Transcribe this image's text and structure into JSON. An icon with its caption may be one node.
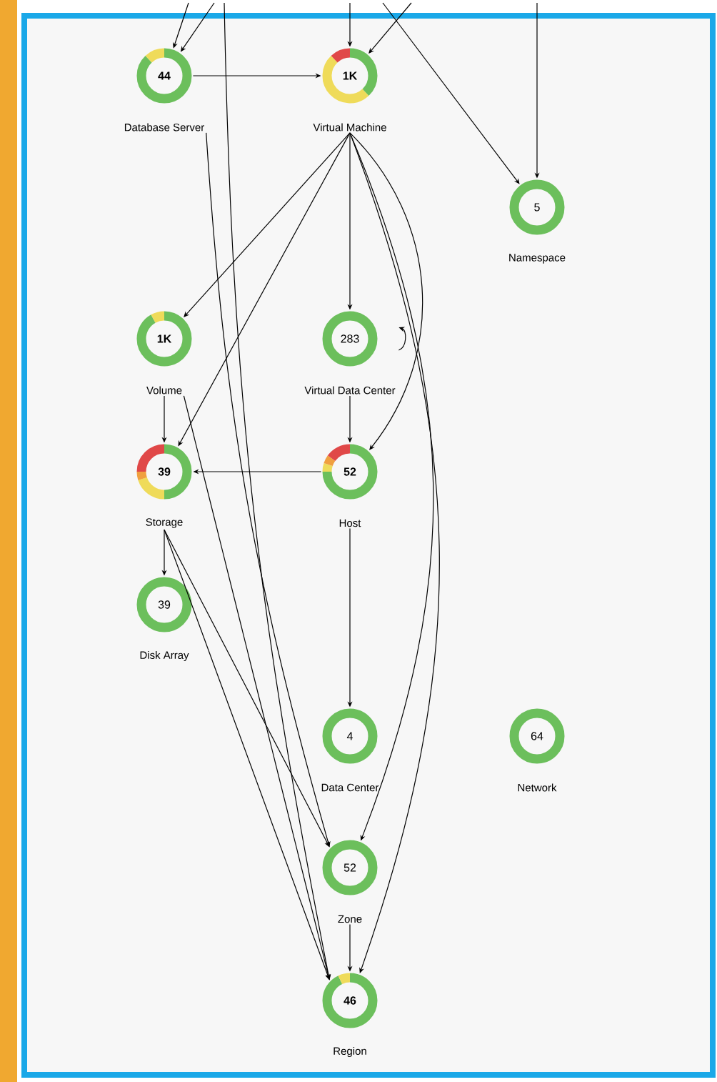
{
  "diagram": {
    "nodes": [
      {
        "text": [
          "44",
          "Database Server"
        ]
      },
      {
        "text": [
          "1K",
          "Virtual Machine"
        ]
      },
      {
        "text": [
          "5",
          "Namespace"
        ]
      },
      {
        "text": [
          "1K",
          "Volume"
        ]
      },
      {
        "text": [
          "283",
          "Virtual Data Center"
        ]
      },
      {
        "text": [
          "39",
          "Storage"
        ]
      },
      {
        "text": [
          "52",
          "Host"
        ]
      },
      {
        "text": [
          "39",
          "Disk Array"
        ]
      },
      {
        "text": [
          "4",
          "Data Center"
        ]
      },
      {
        "text": [
          "64",
          "Network"
        ]
      },
      {
        "text": [
          "52",
          "Zone"
        ]
      },
      {
        "text": [
          "46",
          "Region"
        ]
      }
    ],
    "edges": [
      {
        "from": null,
        "to": 0,
        "arrow": "to"
      },
      {
        "from": null,
        "to": 0,
        "arrow": "to"
      },
      {
        "from": null,
        "to": 1,
        "arrow": "to"
      },
      {
        "from": null,
        "to": 1,
        "arrow": "to"
      },
      {
        "from": null,
        "to": 2,
        "arrow": "to"
      },
      {
        "from": null,
        "to": 2,
        "arrow": "to"
      },
      {
        "from": null,
        "to": 11,
        "arrow": "to"
      },
      {
        "from": 0,
        "to": 1,
        "arrow": "to"
      },
      {
        "from": 0,
        "to": 10,
        "arrow": "to"
      },
      {
        "from": 1,
        "to": 3,
        "arrow": "to"
      },
      {
        "from": 1,
        "to": 4,
        "arrow": "to"
      },
      {
        "from": 1,
        "to": 5,
        "arrow": "to"
      },
      {
        "from": 1,
        "to": 6,
        "arrow": "to"
      },
      {
        "from": 1,
        "to": 10,
        "arrow": "to"
      },
      {
        "from": 1,
        "to": 11,
        "arrow": "to"
      },
      {
        "from": 4,
        "to": 4,
        "arrow": "to"
      },
      {
        "from": 4,
        "to": 6,
        "arrow": "to"
      },
      {
        "from": 3,
        "to": 5,
        "arrow": "to"
      },
      {
        "from": 6,
        "to": 5,
        "arrow": "to"
      },
      {
        "from": 5,
        "to": 7,
        "arrow": "to"
      },
      {
        "from": 6,
        "to": 8,
        "arrow": "to"
      },
      {
        "from": 10,
        "to": 11,
        "arrow": "to"
      },
      {
        "from": 3,
        "to": 11,
        "arrow": "to"
      },
      {
        "from": 5,
        "to": 10,
        "arrow": "to"
      },
      {
        "from": 5,
        "to": 11,
        "arrow": "to"
      }
    ]
  }
}
